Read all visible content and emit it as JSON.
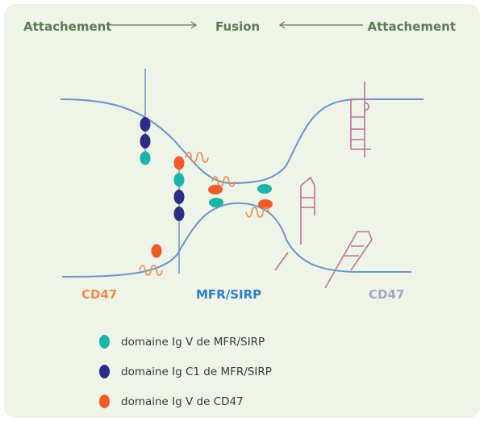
{
  "header": {
    "left": "Attachement",
    "center": "Fusion",
    "right": "Attachement"
  },
  "labels": {
    "cd47_left": "CD47",
    "mfr_sirp": "MFR/SIRP",
    "cd47_right": "CD47"
  },
  "legend": [
    {
      "text": "domaine Ig V de MFR/SIRP",
      "color": "#1bb5a8"
    },
    {
      "text": "domaine Ig C1 de MFR/SIRP",
      "color": "#2d2c86"
    },
    {
      "text": "domaine Ig V de CD47",
      "color": "#f05a28"
    }
  ],
  "colors": {
    "background": "#eef4e8",
    "membrane": "#6b95c8",
    "header_text": "#5c7d52",
    "cd47_left_label": "#f08a4e",
    "mfr_sirp_label": "#2e7fc9",
    "cd47_right_label": "#a5a6c8",
    "cd47_protein_coil": "#f08a4e",
    "cd47_unlabeled_protein": "#b9749a"
  }
}
